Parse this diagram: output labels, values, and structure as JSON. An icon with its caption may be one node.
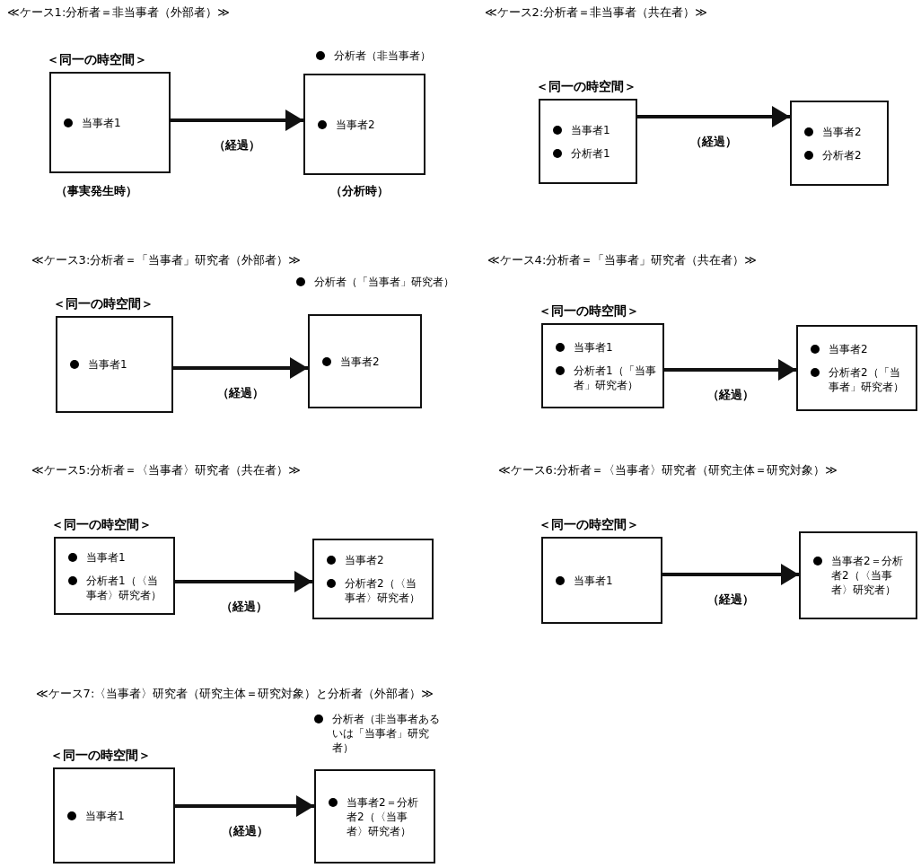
{
  "diagram": {
    "nodes": [
      {
        "text": [
          "＜同一の時空間＞",
          "当事者1"
        ],
        "beside": [
          "（事実発生時）"
        ]
      },
      {
        "text": [
          "当事者2"
        ],
        "beside": [
          "分析者（非当事者）",
          "（分析時）"
        ]
      },
      {
        "text": [
          "＜同一の時空間＞",
          "当事者1",
          "分析者1"
        ]
      },
      {
        "text": [
          "当事者2",
          "分析者2"
        ]
      },
      {
        "text": [
          "＜同一の時空間＞",
          "当事者1"
        ]
      },
      {
        "text": [
          "当事者2"
        ],
        "beside": [
          "分析者（「当事者」研究者）"
        ]
      },
      {
        "text": [
          "＜同一の時空間＞",
          "当事者1",
          "分析者1（「当事者」研究者）"
        ]
      },
      {
        "text": [
          "当事者2",
          "分析者2（「当事者」研究者）"
        ]
      },
      {
        "text": [
          "＜同一の時空間＞",
          "当事者1",
          "分析者1（〈当事者〉研究者）"
        ]
      },
      {
        "text": [
          "当事者2",
          "分析者2（〈当事者〉研究者）"
        ]
      },
      {
        "text": [
          "＜同一の時空間＞",
          "当事者1"
        ]
      },
      {
        "text": [
          "当事者2＝分析者2（〈当事者〉研究者）"
        ]
      },
      {
        "text": [
          "＜同一の時空間＞",
          "当事者1"
        ]
      },
      {
        "text": [
          "当事者2＝分析者2（〈当事者〉研究者）"
        ],
        "beside": [
          "分析者（非当事者あるいは「当事者」研究者）"
        ]
      }
    ],
    "edges": [
      {
        "from": 0,
        "to": 1,
        "arrow": "to",
        "label": "（経過）"
      },
      {
        "from": 2,
        "to": 3,
        "arrow": "to",
        "label": "（経過）"
      },
      {
        "from": 4,
        "to": 5,
        "arrow": "to",
        "label": "（経過）"
      },
      {
        "from": 6,
        "to": 7,
        "arrow": "to",
        "label": "（経過）"
      },
      {
        "from": 8,
        "to": 9,
        "arrow": "to",
        "label": "（経過）"
      },
      {
        "from": 10,
        "to": 11,
        "arrow": "to",
        "label": "（経過）"
      },
      {
        "from": 12,
        "to": 13,
        "arrow": "to",
        "label": "（経過）"
      }
    ],
    "labels": [
      "≪ケース1:分析者＝非当事者（外部者）≫",
      "≪ケース2:分析者＝非当事者（共在者）≫",
      "≪ケース3:分析者＝「当事者」研究者（外部者）≫",
      "≪ケース4:分析者＝「当事者」研究者（共在者）≫",
      "≪ケース5:分析者＝〈当事者〉研究者（共在者）≫",
      "≪ケース6:分析者＝〈当事者〉研究者（研究主体＝研究対象）≫",
      "≪ケース7:〈当事者〉研究者（研究主体＝研究対象）と分析者（外部者）≫"
    ]
  }
}
